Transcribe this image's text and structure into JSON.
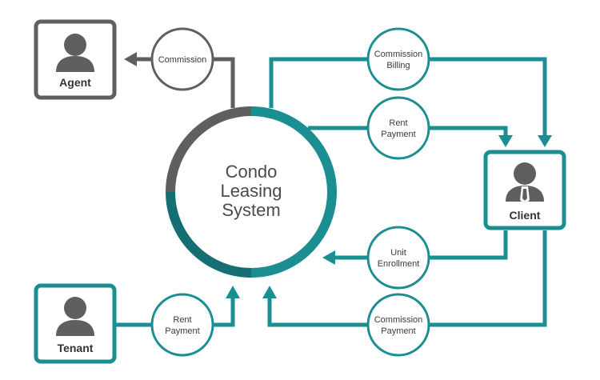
{
  "colors": {
    "gray": "#5f5f5f",
    "teal": "#1b8e91",
    "teal_dark": "#156f72",
    "text": "#3a3a3a"
  },
  "center": {
    "lines": [
      "Condo",
      "Leasing",
      "System"
    ]
  },
  "entities": {
    "agent": {
      "label": "Agent",
      "icon": "person-icon"
    },
    "client": {
      "label": "Client",
      "icon": "person-with-tie-icon"
    },
    "tenant": {
      "label": "Tenant",
      "icon": "person-icon"
    }
  },
  "flows": {
    "commission": {
      "lines": [
        "Commission"
      ]
    },
    "commission_billing": {
      "lines": [
        "Commission",
        "Billing"
      ]
    },
    "rent_payment_client": {
      "lines": [
        "Rent",
        "Payment"
      ]
    },
    "unit_enrollment": {
      "lines": [
        "Unit",
        "Enrollment"
      ]
    },
    "rent_payment_tenant": {
      "lines": [
        "Rent",
        "Payment"
      ]
    },
    "commission_payment": {
      "lines": [
        "Commission",
        "Payment"
      ]
    }
  }
}
